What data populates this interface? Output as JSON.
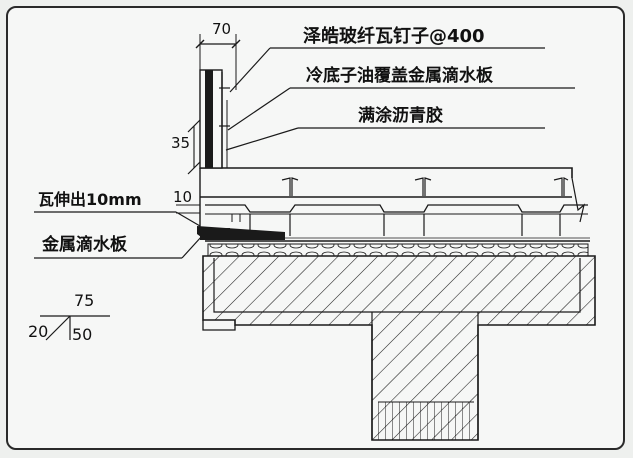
{
  "annotations": {
    "label_1": "泽皓玻纤瓦钉子@400",
    "label_2": "冷底子油覆盖金属滴水板",
    "label_3": "满涂沥青胶",
    "label_4": "瓦伸出10mm",
    "label_5": "金属滴水板"
  },
  "dimensions": {
    "top_width": "70",
    "height_35": "35",
    "offset_10": "10",
    "slope_rise": "75",
    "slope_base": "50",
    "slope_left": "20"
  },
  "colors": {
    "line": "#1a1a1a",
    "background": "#f6f7f6"
  }
}
